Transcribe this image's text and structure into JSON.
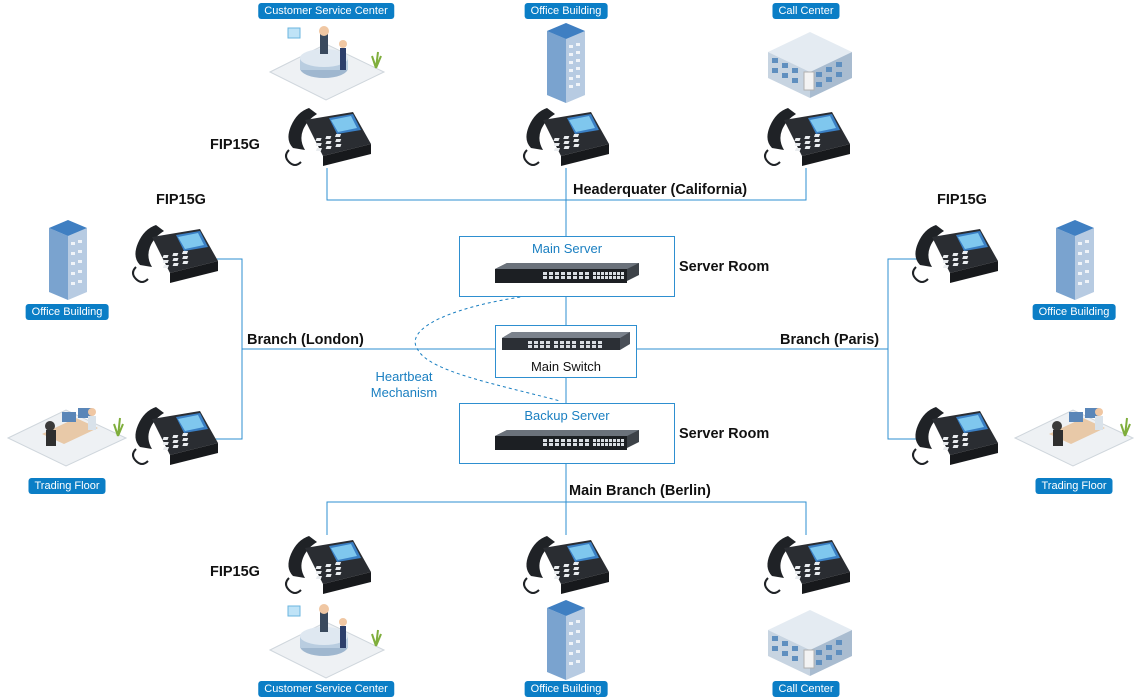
{
  "diagram": {
    "colors": {
      "line": "#2e8fd0",
      "tag_bg": "#0b7ec6",
      "heartbeat": "#1a7fc1"
    },
    "icons": [
      "desk-phone-icon",
      "office-building-icon",
      "service-desk-icon",
      "call-center-building-icon",
      "trading-desk-icon",
      "server-icon",
      "switch-icon"
    ],
    "top": {
      "tags": [
        "Customer Service Center",
        "Office Building",
        "Call Center"
      ],
      "phone_label": "FIP15G",
      "group_label": "Headerquater (California)"
    },
    "core": {
      "main_server": "Main Server",
      "backup_server": "Backup Server",
      "server_room_1": "Server Room",
      "server_room_2": "Server Room",
      "switch": "Main Switch",
      "heartbeat": "Heartbeat Mechanism"
    },
    "left": {
      "phone_label": "FIP15G",
      "group_label": "Branch (London)",
      "tags": [
        "Office Building",
        "Trading Floor"
      ]
    },
    "right": {
      "phone_label": "FIP15G",
      "group_label": "Branch (Paris)",
      "tags": [
        "Office Building",
        "Trading Floor"
      ]
    },
    "bottom": {
      "group_label": "Main Branch (Berlin)",
      "phone_label": "FIP15G",
      "tags": [
        "Customer Service Center",
        "Office Building",
        "Call Center"
      ]
    }
  }
}
